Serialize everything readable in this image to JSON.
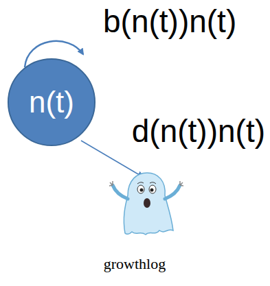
{
  "diagram": {
    "caption": "growthlog",
    "nodes": [
      {
        "text": [
          "n(t)"
        ]
      }
    ],
    "labels": [
      "b(n(t))n(t)",
      "d(n(t))n(t)"
    ]
  }
}
